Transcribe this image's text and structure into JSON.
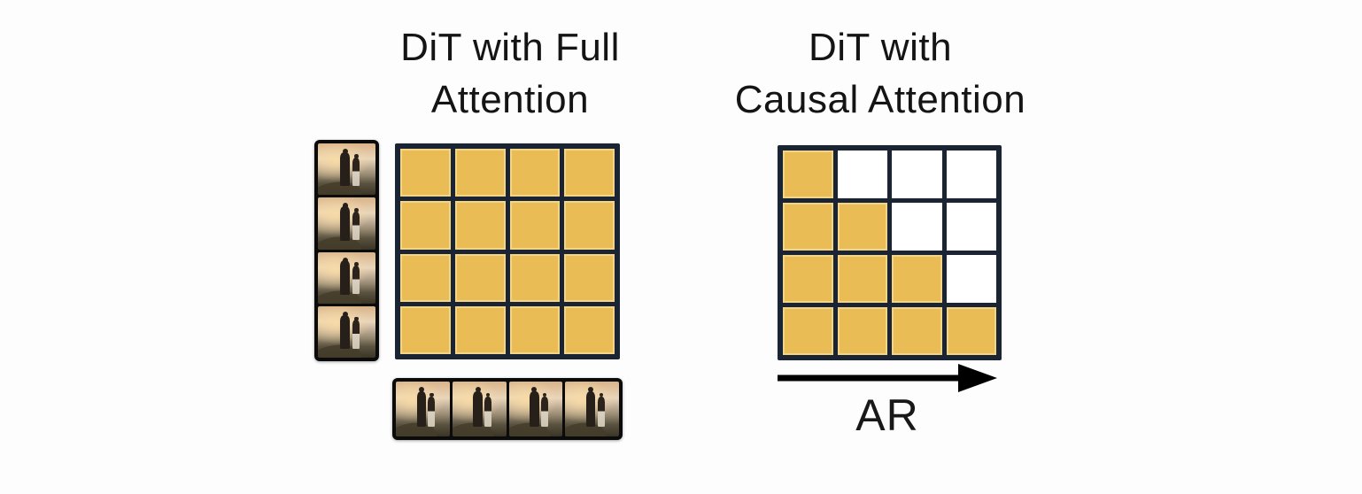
{
  "colors": {
    "attended": "#E9BC55",
    "unattended": "#FFFFFF",
    "grid_border": "#1B2433",
    "text": "#141414",
    "arrow": "#000000"
  },
  "left_panel": {
    "title_line1": "DiT with Full",
    "title_line2": "Attention",
    "mask": [
      [
        1,
        1,
        1,
        1
      ],
      [
        1,
        1,
        1,
        1
      ],
      [
        1,
        1,
        1,
        1
      ],
      [
        1,
        1,
        1,
        1
      ]
    ],
    "query_frame_count": 4,
    "key_frame_count": 4,
    "frame_description": "two people standing on a hillside at sunset"
  },
  "right_panel": {
    "title_line1": "DiT with",
    "title_line2": "Causal Attention",
    "mask": [
      [
        1,
        0,
        0,
        0
      ],
      [
        1,
        1,
        0,
        0
      ],
      [
        1,
        1,
        1,
        0
      ],
      [
        1,
        1,
        1,
        1
      ]
    ],
    "arrow_label": "AR"
  }
}
